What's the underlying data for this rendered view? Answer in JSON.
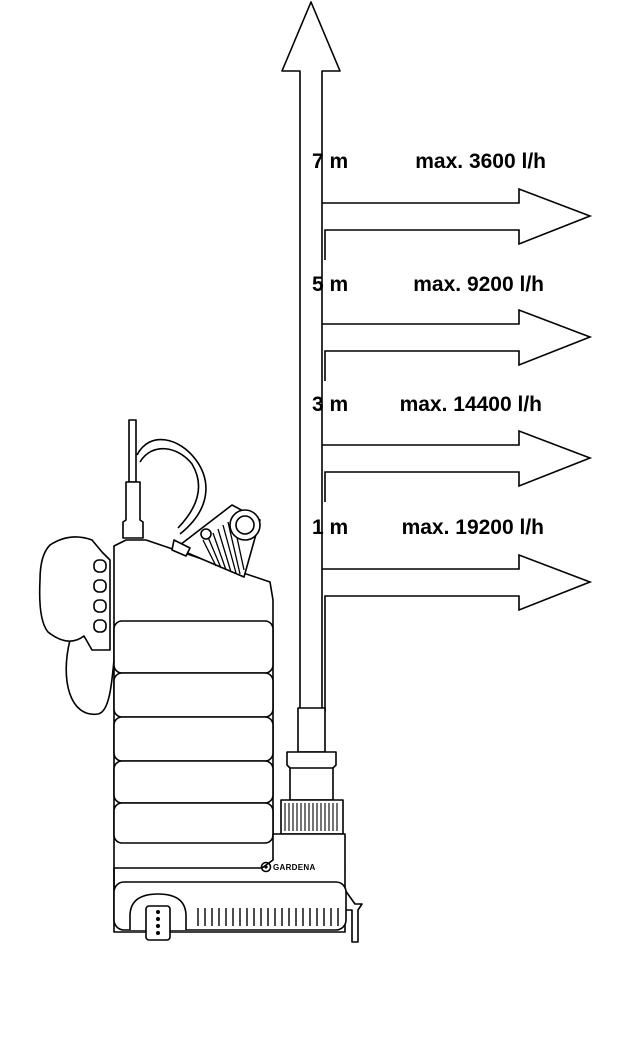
{
  "diagram": {
    "levels": [
      {
        "height": "7 m",
        "flow": "max. 3600 l/h"
      },
      {
        "height": "5 m",
        "flow": "max. 9200 l/h"
      },
      {
        "height": "3 m",
        "flow": "max. 14400 l/h"
      },
      {
        "height": "1 m",
        "flow": "max. 19200 l/h"
      }
    ],
    "brand": "GARDENA"
  }
}
